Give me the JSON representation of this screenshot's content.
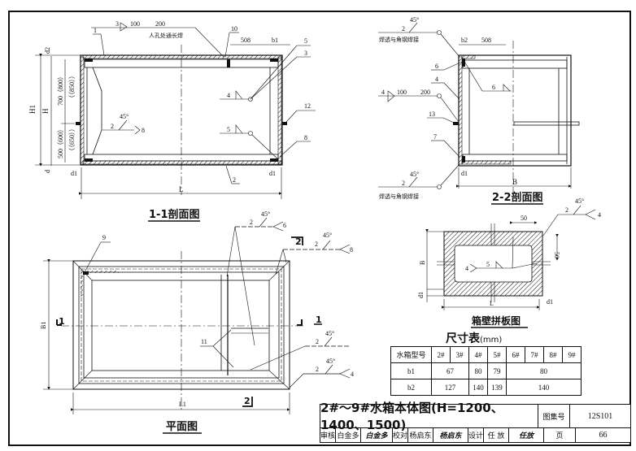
{
  "drawing": {
    "views": {
      "section_1_1": {
        "title": "1-1剖面图",
        "weld_note": "人孔处通长焊",
        "weld_top": {
          "size": "3",
          "pitch1": "100",
          "pitch2": "200"
        },
        "dim_508": "508",
        "dim_b1": "b1",
        "dim_H1": "H1",
        "dim_H": "H",
        "dim_d2": "d2",
        "dim_d": "d",
        "dim_upper": "700（800）",
        "dim_upper_alt": "（（850））",
        "dim_lower": "500（600）",
        "dim_lower_alt": "（（650））",
        "dim_d1": "d1",
        "dim_L": "L",
        "weld_inner": {
          "size": "2",
          "angle": "45°",
          "ref": "8"
        },
        "weld_4": "4",
        "weld_5": "5",
        "callouts": [
          "1",
          "10",
          "5",
          "3",
          "12",
          "8",
          "2"
        ]
      },
      "section_2_2": {
        "title": "2-2剖面图",
        "weld_note_top": "焊透与角钢焊接",
        "weld_note_bottom": "焊透与角钢焊接",
        "weld_size": "2",
        "weld_angle": "45°",
        "weld_side": {
          "size": "4",
          "pitch1": "100",
          "pitch2": "200"
        },
        "dim_b2": "b2",
        "dim_508": "508",
        "dim_d1": "d1",
        "dim_B": "B",
        "weld_6": "6",
        "callouts": [
          "6",
          "4",
          "13",
          "7"
        ]
      },
      "plan": {
        "title": "平面图",
        "dim_B1": "B1",
        "dim_L1": "L1",
        "section_mark_1": "1",
        "section_mark_2": "2",
        "callouts": [
          "9",
          "11"
        ],
        "welds": [
          {
            "size": "2",
            "angle": "45°",
            "ref": "6"
          },
          {
            "size": "2",
            "angle": "45°",
            "ref": "8"
          },
          {
            "size": "2",
            "angle": "45°",
            "ref": ""
          },
          {
            "size": "2",
            "angle": "45°",
            "ref": "4"
          }
        ]
      },
      "panel": {
        "title": "箱壁拼板图",
        "dim_50_h": "50",
        "dim_50_v": "50",
        "dim_B": "B",
        "dim_L": "L",
        "dim_d1": "d1",
        "weld_top": {
          "size": "2",
          "angle": "45°",
          "ref": "4"
        },
        "weld_mid": {
          "size": "5",
          "ref": "4"
        }
      }
    },
    "dimension_table": {
      "title": "尺寸表",
      "unit": "(mm)",
      "header": [
        "水箱型号",
        "2#",
        "3#",
        "4#",
        "5#",
        "6#",
        "7#",
        "8#",
        "9#"
      ],
      "rows": [
        {
          "label": "b1",
          "cells": [
            {
              "value": "67",
              "span": 2
            },
            {
              "value": "80",
              "span": 1
            },
            {
              "value": "79",
              "span": 1
            },
            {
              "value": "80",
              "span": 4
            }
          ]
        },
        {
          "label": "b2",
          "cells": [
            {
              "value": "127",
              "span": 2
            },
            {
              "value": "140",
              "span": 1
            },
            {
              "value": "139",
              "span": 1
            },
            {
              "value": "140",
              "span": 4
            }
          ]
        }
      ]
    },
    "title_block": {
      "drawing_title": "2#～9#水箱本体图(H=1200、1400、1500)",
      "atlas_label": "图集号",
      "atlas_no": "12S101",
      "review_label": "审核",
      "reviewer": "白金多",
      "reviewer_sig": "白金多",
      "check_label": "校对",
      "checker": "杨启东",
      "checker_sig": "杨启东",
      "design_label": "设计",
      "designer": "任 放",
      "designer_sig": "任放",
      "page_label": "页",
      "page_no": "66"
    }
  }
}
